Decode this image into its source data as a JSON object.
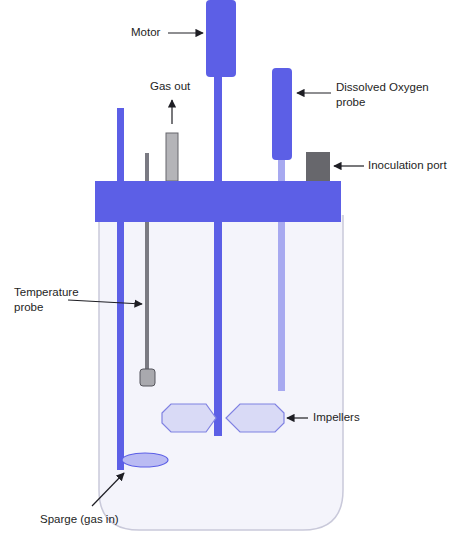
{
  "diagram": {
    "labels": [
      "Motor",
      "Gas out",
      "Dissolved Oxygen probe",
      "Inoculation port",
      "Temperature probe",
      "Impellers",
      "Sparge (gas in)"
    ]
  }
}
